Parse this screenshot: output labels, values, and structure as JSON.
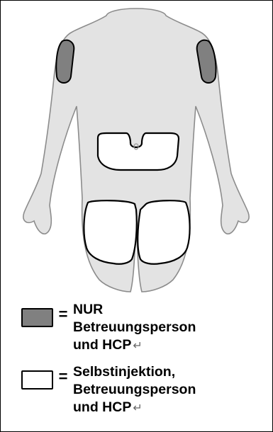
{
  "colors": {
    "body_fill": "#e3e3e3",
    "body_outline": "#8c8c8c",
    "caregiver_zone_fill": "#808080",
    "self_zone_fill": "#ffffff",
    "zone_outline": "#000000"
  },
  "legend": {
    "caregiver_only": {
      "equals": "=",
      "line1": "NUR",
      "line2": "Betreuungsperson",
      "line3": "und HCP",
      "return_mark": "↵"
    },
    "self_injection": {
      "equals": "=",
      "line1": "Selbstinjektion,",
      "line2": "Betreuungsperson",
      "line3": "und HCP",
      "return_mark": "↵"
    }
  }
}
